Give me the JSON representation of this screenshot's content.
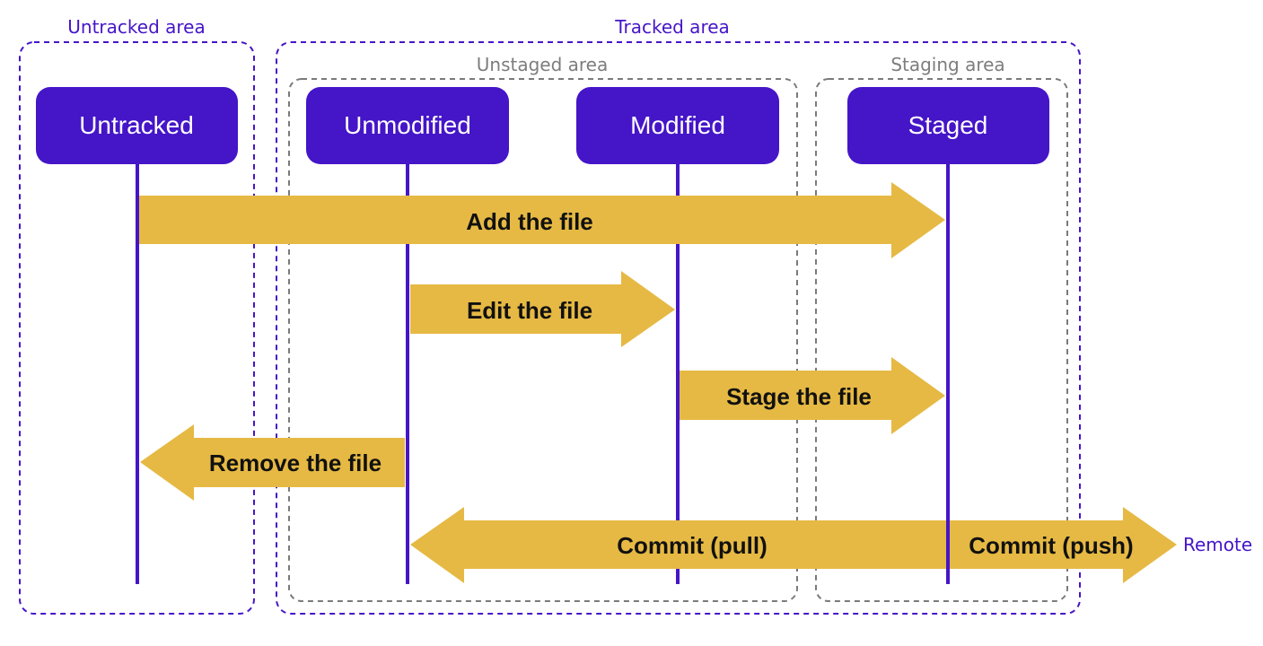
{
  "colors": {
    "purple": "#4515c8",
    "gold": "#e6b944",
    "gray_dash": "#7a7a7a",
    "area_label_gray": "#7d7d7d",
    "white": "#ffffff",
    "text_dark": "#111111"
  },
  "areas": {
    "untracked": "Untracked area",
    "tracked": "Tracked area",
    "unstaged": "Unstaged area",
    "staging": "Staging area"
  },
  "states": {
    "untracked": "Untracked",
    "unmodified": "Unmodified",
    "modified": "Modified",
    "staged": "Staged"
  },
  "arrows": {
    "add": "Add the file",
    "edit": "Edit the file",
    "stage": "Stage the file",
    "remove": "Remove the file",
    "commit_pull": "Commit (pull)",
    "commit_push": "Commit (push)"
  },
  "remote": "Remote"
}
